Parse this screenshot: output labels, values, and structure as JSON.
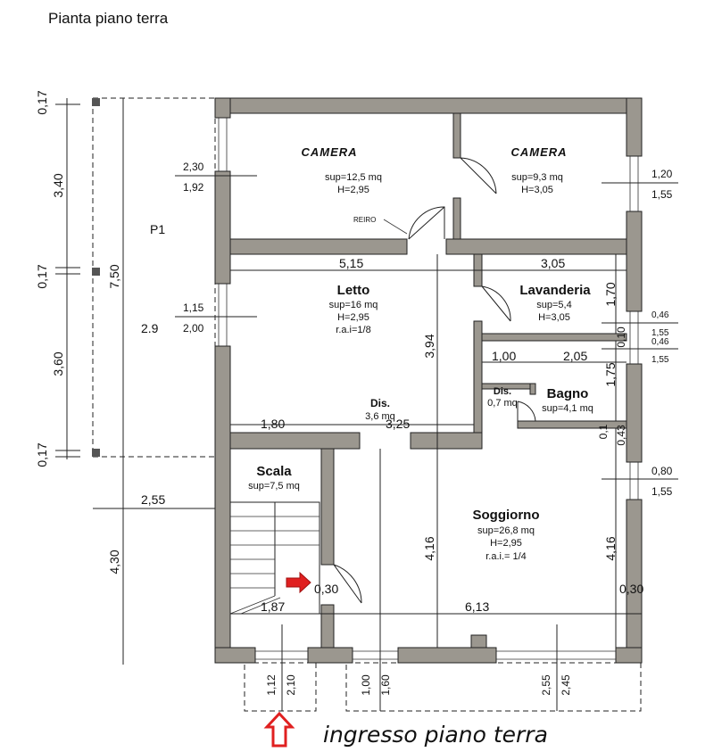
{
  "title": "Pianta piano terra",
  "entrance_label": "ingresso piano terra",
  "colors": {
    "wall": "#9b978f",
    "arrow": "#e02020",
    "line": "#222222"
  },
  "rooms": {
    "camera1": {
      "name": "CAMERA",
      "sup": "sup=12,5 mq",
      "h": "H=2,95"
    },
    "camera2": {
      "name": "CAMERA",
      "sup": "sup=9,3 mq",
      "h": "H=3,05"
    },
    "letto": {
      "name": "Letto",
      "sup": "sup=16 mq",
      "h": "H=2,95",
      "rai": "r.a.i=1/8"
    },
    "lavanderia": {
      "name": "Lavanderia",
      "sup": "sup=5,4",
      "h": "H=3,05"
    },
    "dis1": {
      "name": "Dis.",
      "sup": "3,6 mq"
    },
    "dis2": {
      "name": "Dis.",
      "sup": "0,7 mq"
    },
    "bagno": {
      "name": "Bagno",
      "sup": "sup=4,1 mq"
    },
    "scala": {
      "name": "Scala",
      "sup": "sup=7,5 mq"
    },
    "soggiorno": {
      "name": "Soggiorno",
      "sup": "sup=26,8 mq",
      "h": "H=2,95",
      "rai": "r.a.i.= 1/4"
    }
  },
  "labels": {
    "reiro": "REIRO",
    "p1": "P1",
    "p1_value": "2.9"
  },
  "dimensions": {
    "left": [
      "0,17",
      "3,40",
      "0,17",
      "3,60",
      "0,17"
    ],
    "left_total": "7,50",
    "left_lower": "4,30",
    "horiz_left": "2,55",
    "win_cam1": [
      "2,30",
      "1,92"
    ],
    "win_letto": [
      "1,15",
      "2,00"
    ],
    "win_cam2": [
      "1,20",
      "1,55"
    ],
    "win_lav": [
      "0,46",
      "1,55"
    ],
    "win_bagno": [
      "0,46",
      "1,55"
    ],
    "win_sogg": [
      "0,80",
      "1,55"
    ],
    "letto_w": "5,15",
    "lav_w": "3,05",
    "bagno_w1": "1,00",
    "bagno_w2": "2,05",
    "dis_w": "1,80",
    "dis_w2": "3,25",
    "vert_mid": "3,94",
    "lav_h": "1,70",
    "gap_01": "0,10",
    "bagno_h": "1,75",
    "wall_01": "0,1",
    "wall_043": "0,43",
    "sogg_h_left": "4,16",
    "sogg_h_right": "4,16",
    "scala_w": "1,87",
    "sogg_w": "6,13",
    "door_030a": "0,30",
    "door_030b": "0,30",
    "bottom": [
      "1,12",
      "2,10",
      "1,00",
      "1,60",
      "2,55",
      "2,45"
    ]
  }
}
